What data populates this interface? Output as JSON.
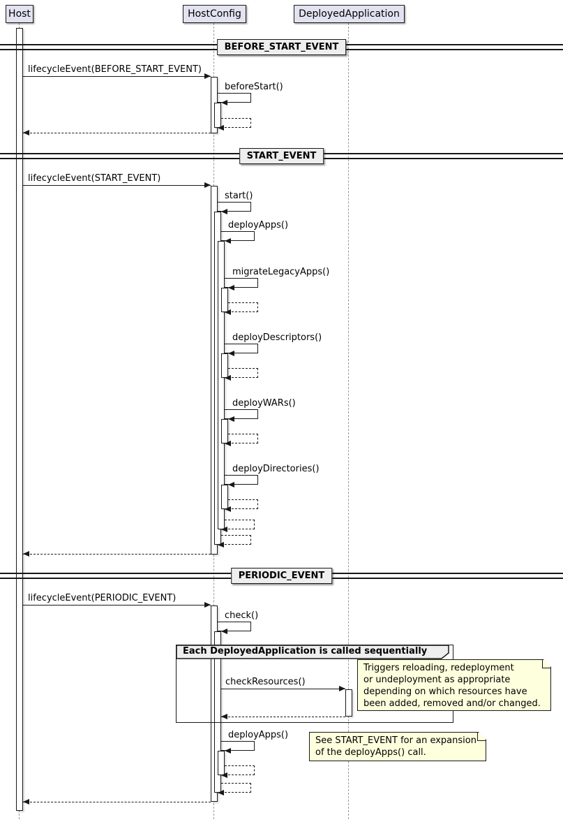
{
  "colors": {
    "participant_fill": "#E2E2F0",
    "note_fill": "#FEFFDD",
    "line": "#181818",
    "lifeline": "#999999",
    "divider_fill": "#EEEEEE",
    "group_header_fill": "#EEEEEE"
  },
  "participants": {
    "host": "Host",
    "host_config": "HostConfig",
    "deployed_application": "DeployedApplication"
  },
  "dividers": {
    "before_start": "BEFORE_START_EVENT",
    "start": "START_EVENT",
    "periodic": "PERIODIC_EVENT"
  },
  "messages": {
    "lifecycle_before_start": "lifecycleEvent(BEFORE_START_EVENT)",
    "before_start": "beforeStart()",
    "lifecycle_start": "lifecycleEvent(START_EVENT)",
    "start": "start()",
    "deploy_apps": "deployApps()",
    "migrate_legacy_apps": "migrateLegacyApps()",
    "deploy_descriptors": "deployDescriptors()",
    "deploy_wars": "deployWARs()",
    "deploy_directories": "deployDirectories()",
    "lifecycle_periodic": "lifecycleEvent(PERIODIC_EVENT)",
    "check": "check()",
    "check_resources": "checkResources()",
    "deploy_apps_periodic": "deployApps()"
  },
  "group": {
    "label": "Each DeployedApplication is called sequentially"
  },
  "notes": {
    "check_resources_note": "Triggers reloading, redeployment\nor undeployment as appropriate\ndepending on which resources have\nbeen added, removed and/or changed.",
    "deploy_apps_note": "See START_EVENT for an expansion\nof the deployApps() call."
  }
}
